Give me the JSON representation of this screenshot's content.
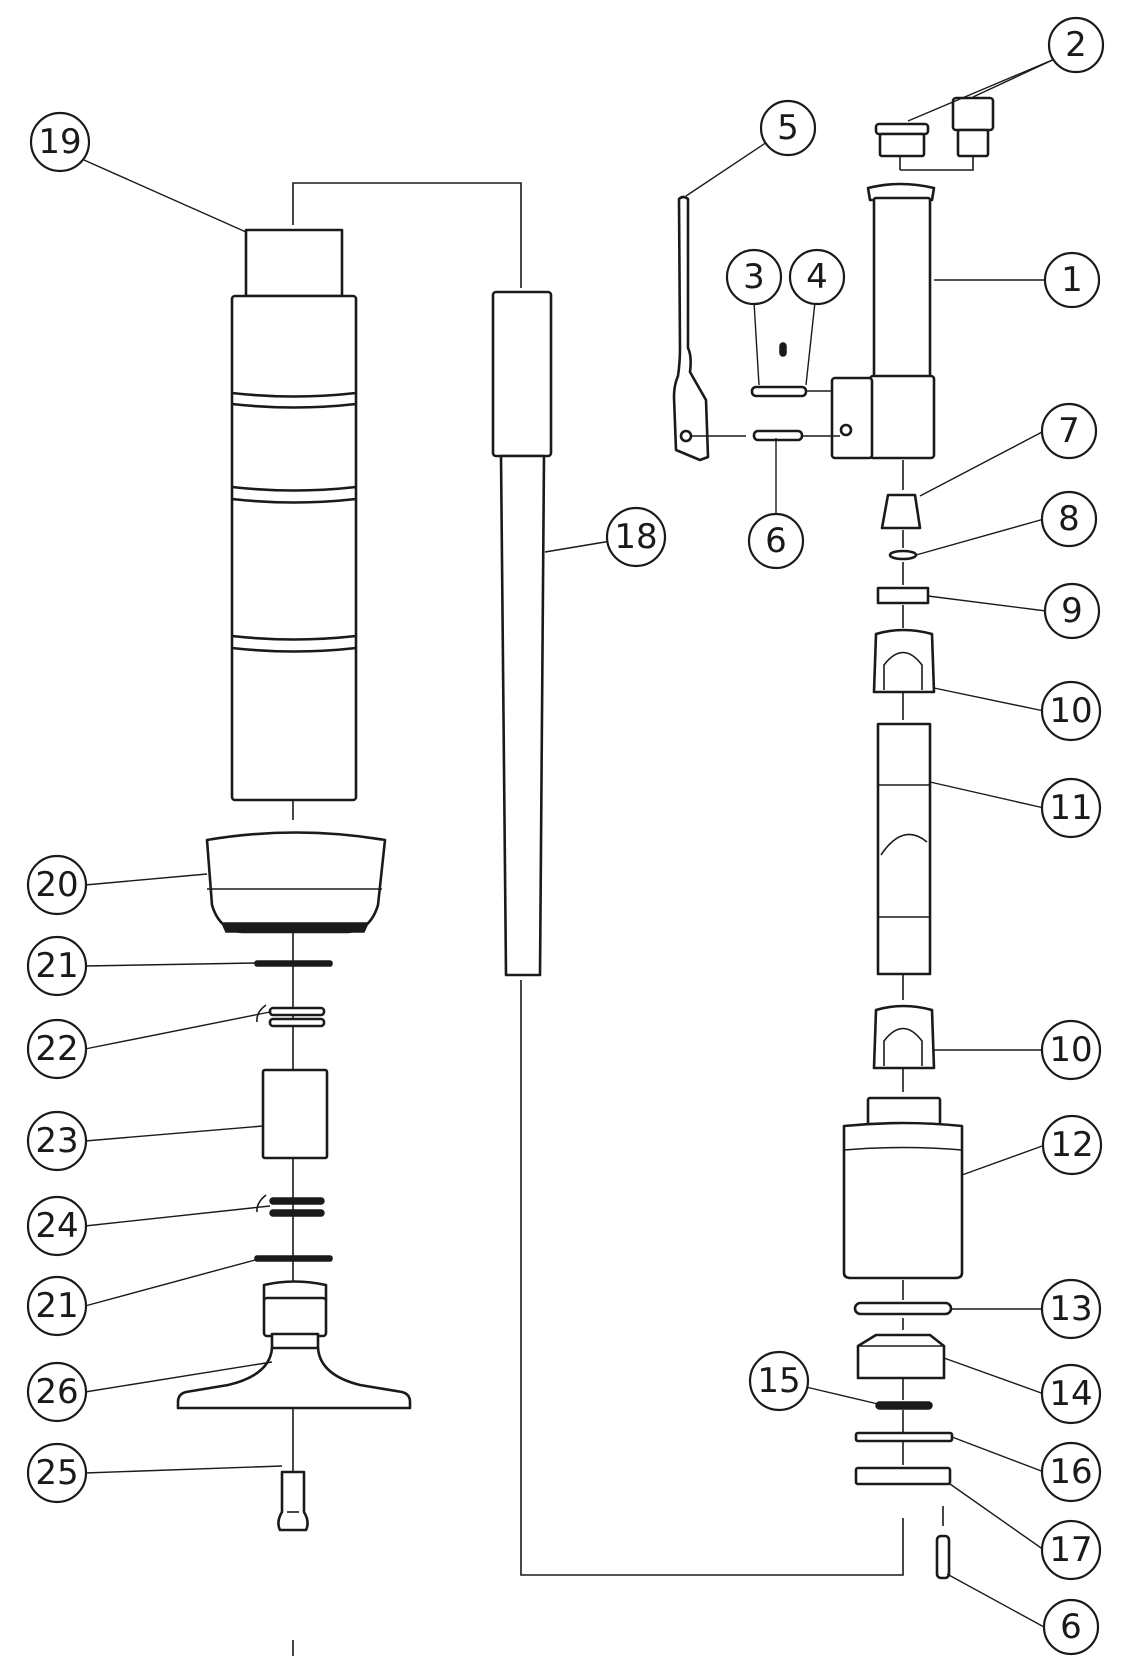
{
  "callouts": [
    {
      "id": "c19",
      "label": "19"
    },
    {
      "id": "c5",
      "label": "5"
    },
    {
      "id": "c2",
      "label": "2"
    },
    {
      "id": "c1",
      "label": "1"
    },
    {
      "id": "c3",
      "label": "3"
    },
    {
      "id": "c4",
      "label": "4"
    },
    {
      "id": "c18",
      "label": "18"
    },
    {
      "id": "c6a",
      "label": "6"
    },
    {
      "id": "c7",
      "label": "7"
    },
    {
      "id": "c8",
      "label": "8"
    },
    {
      "id": "c9",
      "label": "9"
    },
    {
      "id": "c10a",
      "label": "10"
    },
    {
      "id": "c11",
      "label": "11"
    },
    {
      "id": "c20",
      "label": "20"
    },
    {
      "id": "c21a",
      "label": "21"
    },
    {
      "id": "c22",
      "label": "22"
    },
    {
      "id": "c10b",
      "label": "10"
    },
    {
      "id": "c23",
      "label": "23"
    },
    {
      "id": "c12",
      "label": "12"
    },
    {
      "id": "c24",
      "label": "24"
    },
    {
      "id": "c21b",
      "label": "21"
    },
    {
      "id": "c13",
      "label": "13"
    },
    {
      "id": "c26",
      "label": "26"
    },
    {
      "id": "c14",
      "label": "14"
    },
    {
      "id": "c15",
      "label": "15"
    },
    {
      "id": "c25",
      "label": "25"
    },
    {
      "id": "c16",
      "label": "16"
    },
    {
      "id": "c17",
      "label": "17"
    },
    {
      "id": "c6b",
      "label": "6"
    }
  ]
}
